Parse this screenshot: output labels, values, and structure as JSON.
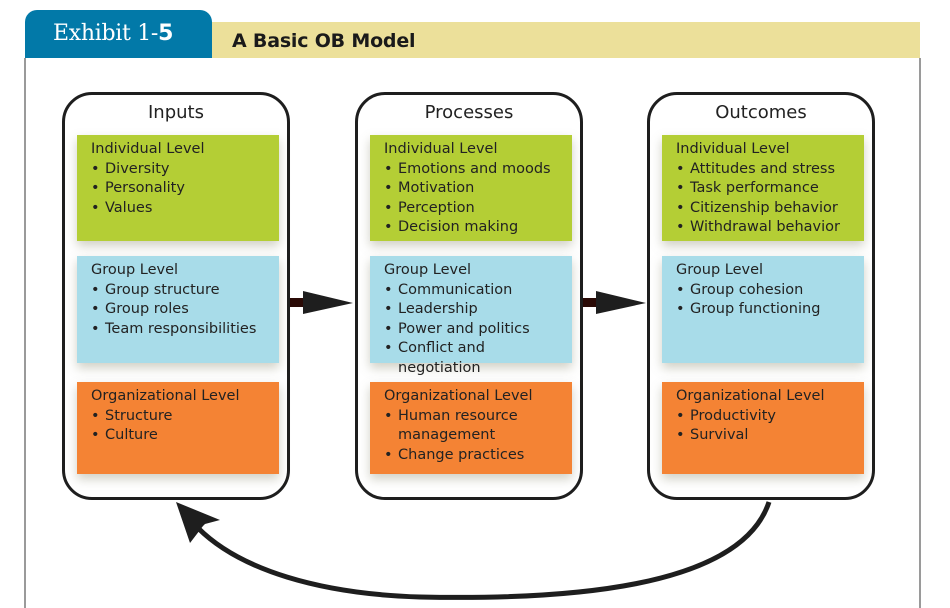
{
  "header": {
    "exhibit_label": "Exhibit 1-",
    "exhibit_number": "5",
    "title": "A Basic OB Model"
  },
  "colors": {
    "exhibit_tab": "#0279a8",
    "title_band": "#ece09a",
    "individual_level": "#b4ce35",
    "group_level": "#a8dce9",
    "organizational_level": "#f48334",
    "outline": "#1e1e1e"
  },
  "columns": [
    {
      "title": "Inputs",
      "levels": [
        {
          "title": "Individual Level",
          "items": [
            "Diversity",
            "Personality",
            "Values"
          ]
        },
        {
          "title": "Group Level",
          "items": [
            "Group structure",
            "Group roles",
            "Team responsibilities"
          ]
        },
        {
          "title": "Organizational Level",
          "items": [
            "Structure",
            "Culture"
          ]
        }
      ]
    },
    {
      "title": "Processes",
      "levels": [
        {
          "title": "Individual Level",
          "items": [
            "Emotions and moods",
            "Motivation",
            "Perception",
            "Decision making"
          ]
        },
        {
          "title": "Group Level",
          "items": [
            "Communication",
            "Leadership",
            "Power and politics",
            "Conflict and negotiation"
          ]
        },
        {
          "title": "Organizational Level",
          "items": [
            "Human resource management",
            "Change practices"
          ]
        }
      ]
    },
    {
      "title": "Outcomes",
      "levels": [
        {
          "title": "Individual Level",
          "items": [
            "Attitudes and stress",
            "Task performance",
            "Citizenship behavior",
            "Withdrawal behavior"
          ]
        },
        {
          "title": "Group Level",
          "items": [
            "Group cohesion",
            "Group functioning"
          ]
        },
        {
          "title": "Organizational Level",
          "items": [
            "Productivity",
            "Survival"
          ]
        }
      ]
    }
  ],
  "connectors": [
    {
      "from": "Inputs",
      "to": "Processes",
      "type": "straight-arrow"
    },
    {
      "from": "Processes",
      "to": "Outcomes",
      "type": "straight-arrow"
    },
    {
      "from": "Outcomes",
      "to": "Inputs",
      "type": "curved-feedback-arrow"
    }
  ]
}
